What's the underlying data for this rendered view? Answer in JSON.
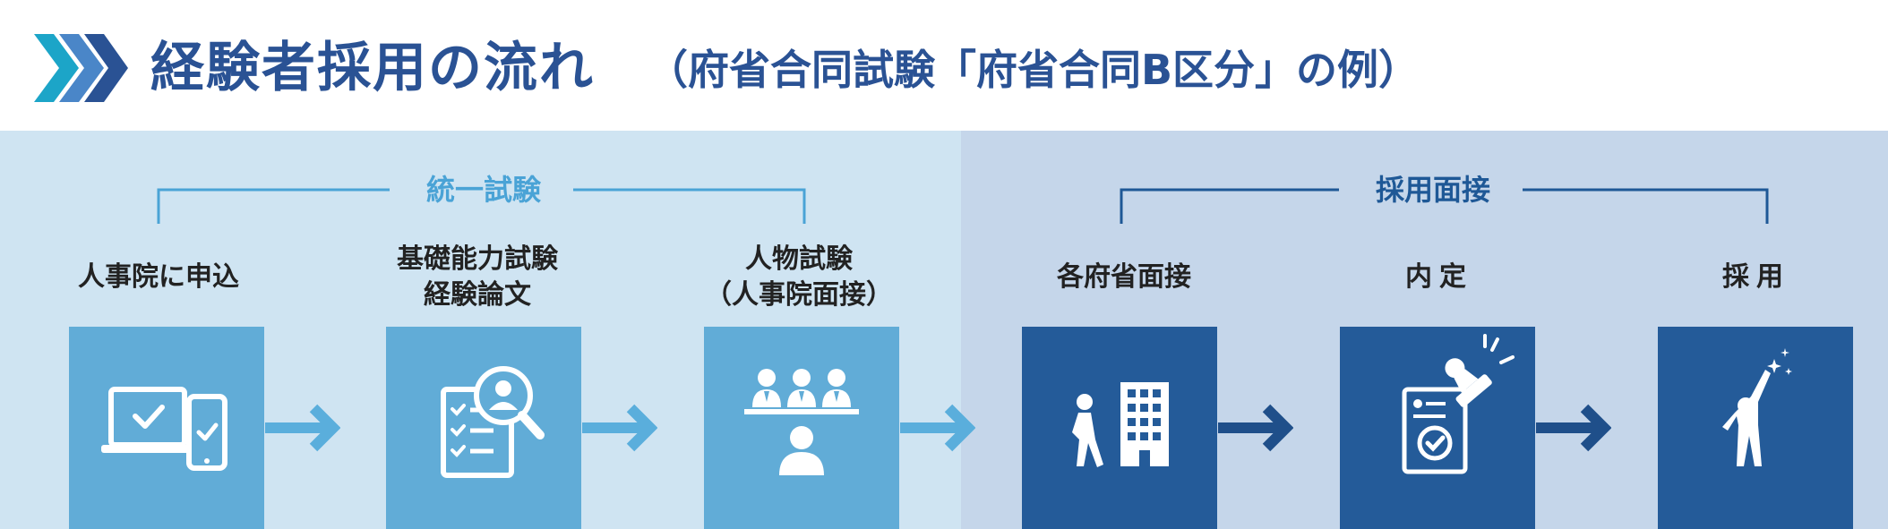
{
  "header": {
    "title": "経験者採用の流れ",
    "subtitle": "（府省合同試験「府省合同B区分」の例）"
  },
  "brackets": {
    "unified_exam": "統一試験",
    "interview": "採用面接"
  },
  "steps": [
    {
      "label_line1": "人事院に申込",
      "label_line2": ""
    },
    {
      "label_line1": "基礎能力試験",
      "label_line2": "経験論文"
    },
    {
      "label_line1": "人物試験",
      "label_line2": "（人事院面接）"
    },
    {
      "label_line1": "各府省面接",
      "label_line2": ""
    },
    {
      "label_line1": "内定",
      "label_line2": ""
    },
    {
      "label_line1": "採用",
      "label_line2": ""
    }
  ],
  "colors": {
    "title": "#2a5294",
    "light_box": "#61acd7",
    "dark_box": "#245b99",
    "light_band": "#cfe4f2",
    "dark_band": "#c5d6ea",
    "light_arrow": "#5aaedc",
    "dark_arrow": "#1f4f8a"
  },
  "icons": [
    "devices-check-icon",
    "checklist-magnifier-icon",
    "interview-panel-icon",
    "walking-building-icon",
    "stamp-document-icon",
    "cheering-person-icon"
  ]
}
